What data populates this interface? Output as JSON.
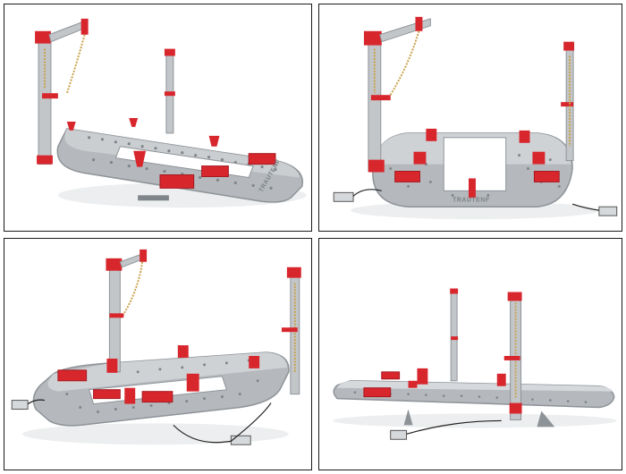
{
  "brand_text": "TRAUTENF",
  "colors": {
    "frame": "#b5b9bd",
    "frame_dark": "#8e9398",
    "frame_light": "#d6d9dc",
    "red": "#d8262d",
    "red_dark": "#a5181e",
    "chain": "#c9a24a",
    "cable": "#222222",
    "border": "#1a1a1a"
  },
  "panels": [
    {
      "name": "view-front-left"
    },
    {
      "name": "view-front"
    },
    {
      "name": "view-left-wide"
    },
    {
      "name": "view-side"
    }
  ]
}
